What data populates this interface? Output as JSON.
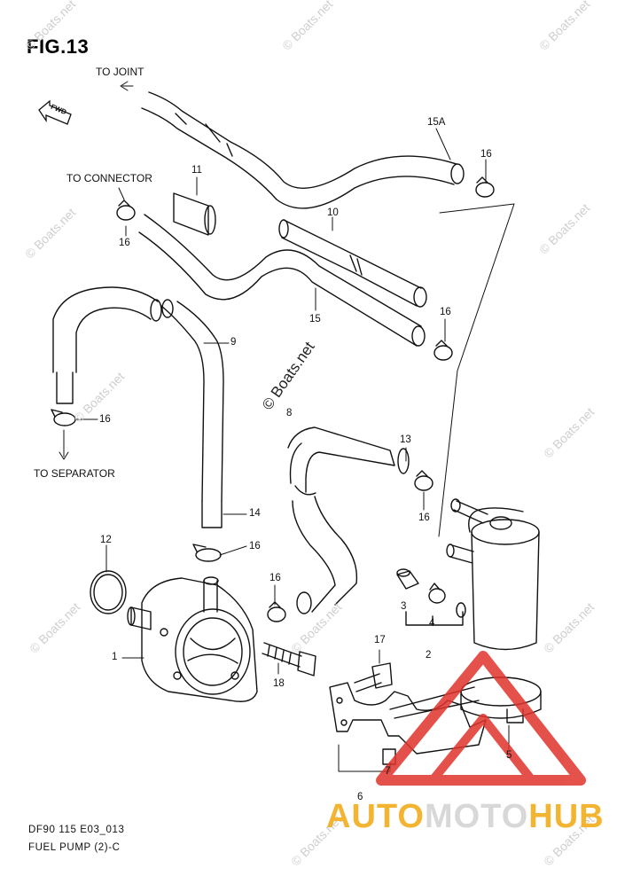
{
  "figure_title": "FIG.13",
  "notes": {
    "to_joint": "TO JOINT",
    "to_connector": "TO CONNECTOR",
    "to_separator": "TO SEPARATOR",
    "fwd": "FWD"
  },
  "part_numbers": {
    "p15a": "15A",
    "p16_top": "16",
    "p11": "11",
    "p16_conn": "16",
    "p10": "10",
    "p15": "15",
    "p16_mid": "16",
    "p9": "9",
    "p16_sep": "16",
    "p8": "8",
    "p13": "13",
    "p16_filter": "16",
    "p14": "14",
    "p12": "12",
    "p16_lower": "16",
    "p16_pump": "16",
    "p3": "3",
    "p4": "4",
    "p2": "2",
    "p1": "1",
    "p18": "18",
    "p17": "17",
    "p5": "5",
    "p7": "7",
    "p6": "6"
  },
  "footer": {
    "code": "DF90 115 E03_013",
    "caption": "FUEL PUMP (2)-C"
  },
  "watermarks": {
    "site": "© Boats.net",
    "brand_part1": "AUTO",
    "brand_part2": "MOTO",
    "brand_part3": "HUB"
  },
  "colors": {
    "line": "#111111",
    "brand_orange": "#f2b431",
    "brand_red": "#e0322b",
    "watermark_gray": "#cfcfcf"
  }
}
